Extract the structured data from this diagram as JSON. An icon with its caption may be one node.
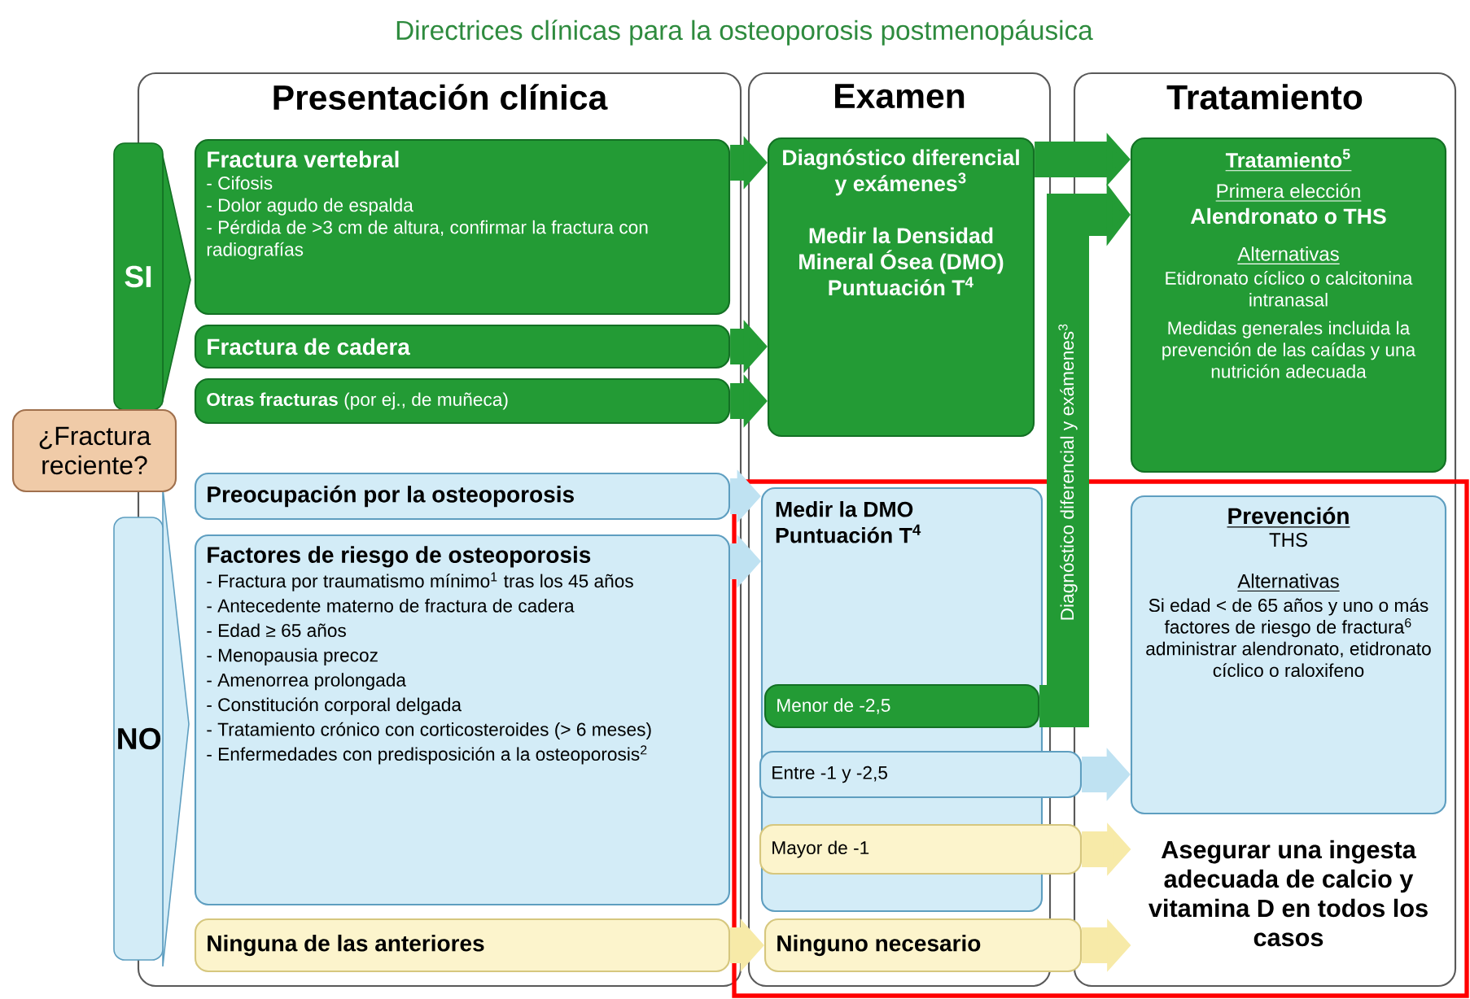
{
  "diagram": {
    "title": "Directrices clínicas para la osteoporosis postmenopáusica",
    "nodes": [
      {
        "text": [
          "Presentación clínica"
        ]
      },
      {
        "text": [
          "Examen"
        ]
      },
      {
        "text": [
          "Tratamiento"
        ]
      },
      {
        "text": [
          "¿Fractura reciente?"
        ]
      },
      {
        "text": [
          "SI"
        ]
      },
      {
        "text": [
          "NO"
        ]
      },
      {
        "text": [
          "Fractura vertebral",
          "- Cifosis",
          "- Dolor agudo de espalda",
          "- Pérdida de >3 cm de altura, confirmar la fractura con radiografías"
        ],
        "in": 0
      },
      {
        "text": [
          "Fractura de cadera"
        ],
        "in": 0
      },
      {
        "text": [
          "**Otras fracturas** (por ej., de muñeca)"
        ],
        "in": 0
      },
      {
        "text": [
          "Preocupación por la osteoporosis"
        ],
        "in": 0
      },
      {
        "text": [
          "Factores de riesgo de osteoporosis",
          "- Fractura por traumatismo mínimo$^{1}$ tras los 45 años",
          "- Antecedente materno de fractura de cadera",
          "- Edad ≥ 65 años",
          "- Menopausia precoz",
          "- Amenorrea prolongada",
          "- Constitución corporal delgada",
          "- Tratamiento crónico con corticosteroides (> 6 meses)",
          "- Enfermedades con predisposición a la osteoporosis$^{2}$"
        ],
        "in": 0
      },
      {
        "text": [
          "Ninguna de las anteriores"
        ],
        "in": 0
      },
      {
        "text": [
          "Diagnóstico diferencial y exámenes$^{3}$",
          "Medir la Densidad Mineral Ósea (DMO) Puntuación T$^{4}$"
        ],
        "in": 1
      },
      {
        "text": [
          "Medir la DMO Puntuación T$^{4}$"
        ],
        "in": 1
      },
      {
        "text": [
          "Menor de -2,5"
        ],
        "in": 13
      },
      {
        "text": [
          "Entre -1 y -2,5"
        ]
      },
      {
        "text": [
          "Mayor de -1"
        ]
      },
      {
        "text": [
          "Ninguno necesario"
        ]
      },
      {
        "text": [
          "Tratamiento$^{5}$",
          "Primera elección",
          "**Alendronato** o THS",
          "Alternativas",
          "Etidronato cíclico o calcitonina intranasal",
          "Medidas generales incluida la prevención de las caídas y una nutrición adecuada"
        ],
        "in": 2
      },
      {
        "text": [
          "Prevención",
          "THS",
          "Alternativas",
          "Si edad < de 65 años y uno o más factores de riesgo de fractura$^{6}$ administrar alendronato, etidronato cíclico o raloxifeno"
        ],
        "in": 2
      },
      {
        "text": [
          "Asegurar una ingesta adecuada de calcio y vitamina D en todos los casos"
        ],
        "in": 2
      }
    ],
    "edges": [
      {
        "from": 6,
        "to": 12,
        "arrow": "to"
      },
      {
        "from": 7,
        "to": 12,
        "arrow": "to"
      },
      {
        "from": 8,
        "to": 12,
        "arrow": "to"
      },
      {
        "from": 12,
        "to": 18,
        "arrow": "to"
      },
      {
        "from": 9,
        "to": 13,
        "arrow": "to",
        "color": "#bfe2f2"
      },
      {
        "from": 10,
        "to": 13,
        "arrow": "to",
        "color": "#bfe2f2"
      },
      {
        "from": 14,
        "to": 18,
        "arrow": "to",
        "label": "Diagnóstico diferencial y exámenes$^{3}$"
      },
      {
        "from": 15,
        "to": 19,
        "arrow": "to",
        "color": "#bfe2f2"
      },
      {
        "from": 16,
        "to": 20,
        "arrow": "to",
        "color": "#f7eaa8"
      },
      {
        "from": 11,
        "to": 17,
        "arrow": "to",
        "color": "#f7eaa8"
      },
      {
        "from": 17,
        "to": 20,
        "arrow": "to",
        "color": "#f7eaa8"
      }
    ]
  }
}
